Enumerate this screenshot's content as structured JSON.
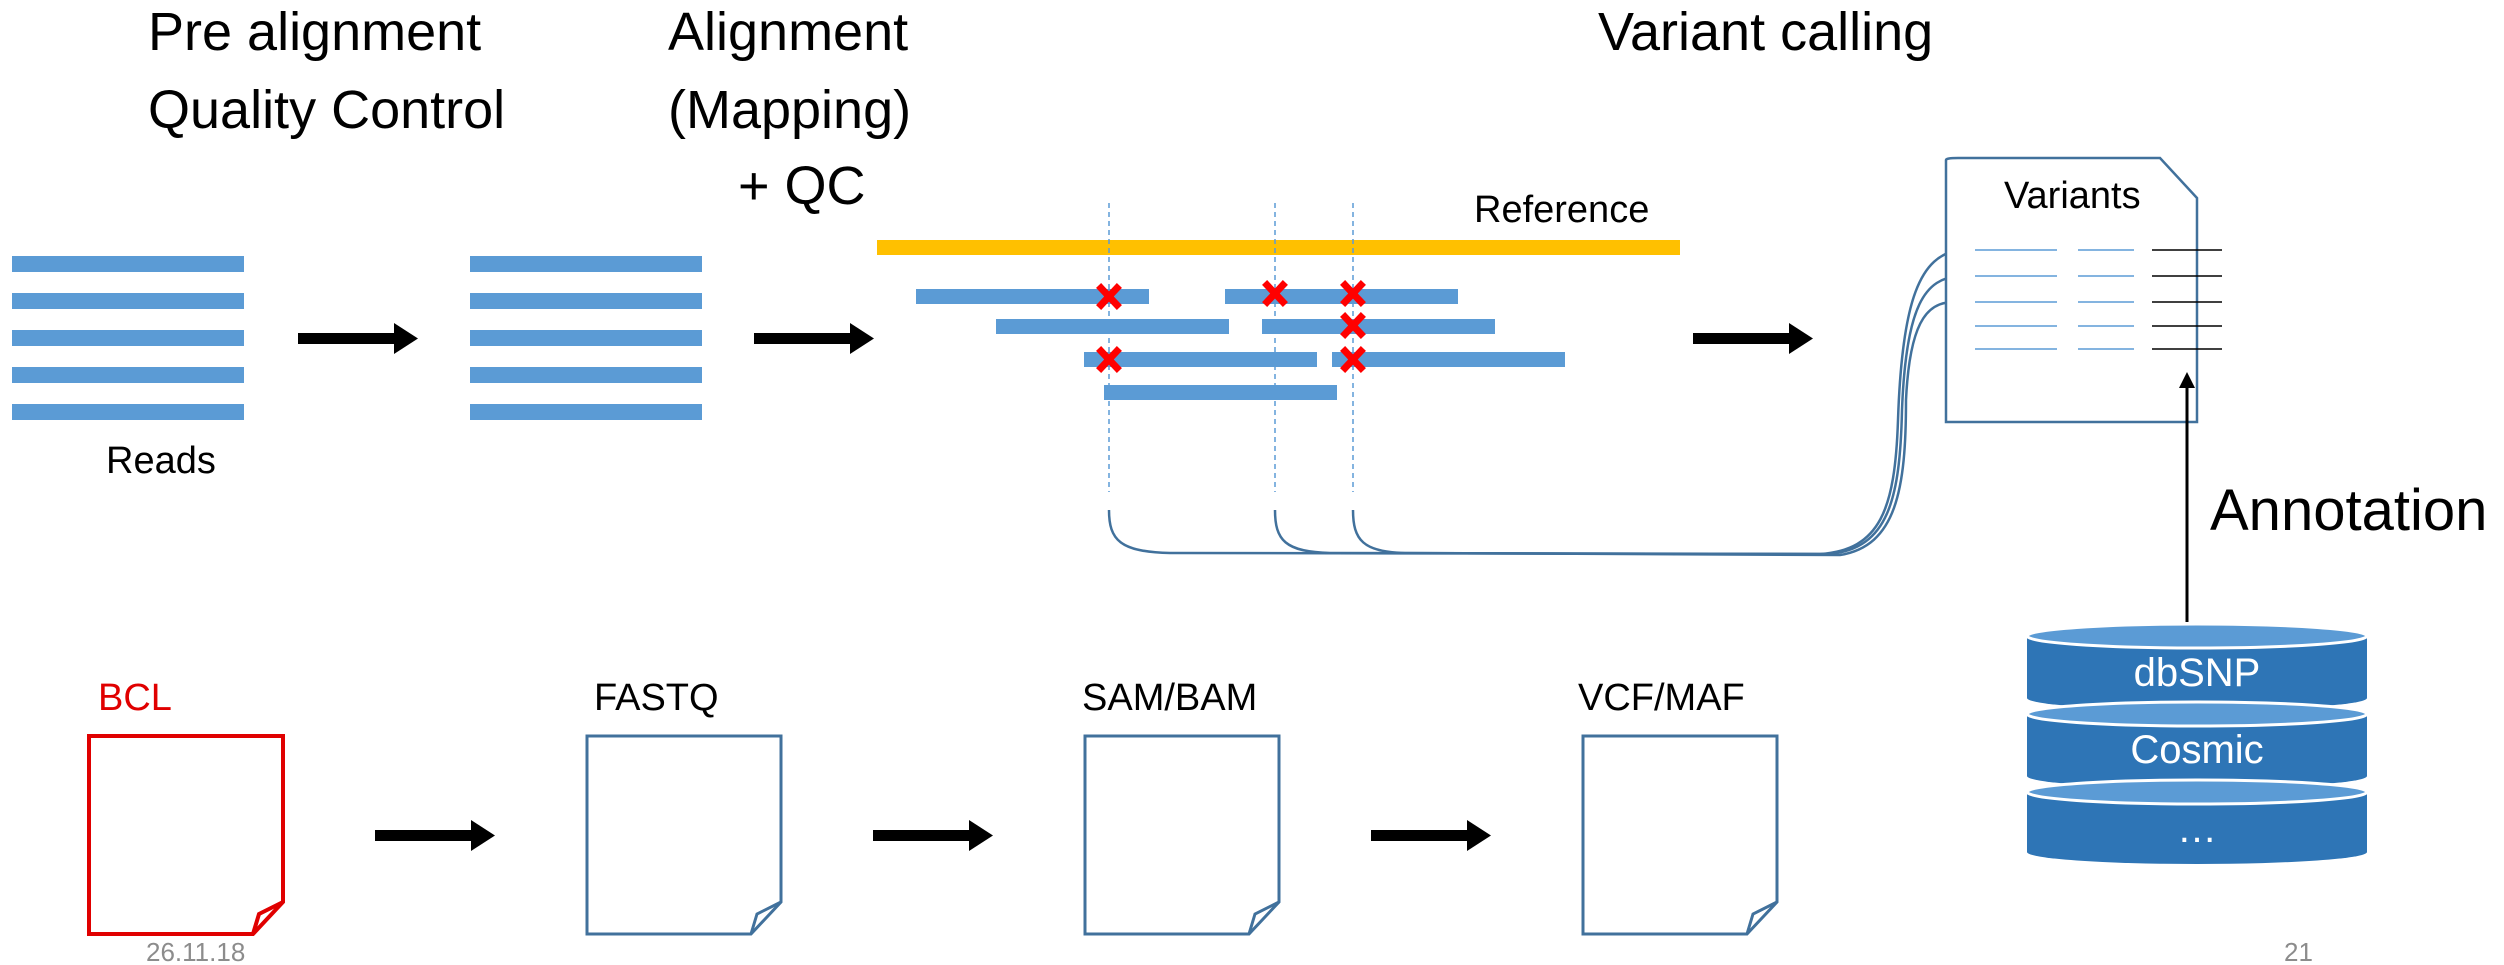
{
  "headings": {
    "pre_alignment_line1": "Pre alignment",
    "pre_alignment_line2": "Quality Control",
    "alignment_line1": "Alignment",
    "alignment_line2": "(Mapping)",
    "alignment_line3": "+ QC",
    "variant_calling": "Variant calling"
  },
  "labels": {
    "reads": "Reads",
    "reference": "Reference",
    "variants": "Variants",
    "annotation": "Annotation"
  },
  "files": [
    {
      "name": "BCL",
      "color": "#e00000"
    },
    {
      "name": "FASTQ",
      "color": "#41719c"
    },
    {
      "name": "SAM/BAM",
      "color": "#41719c"
    },
    {
      "name": "VCF/MAF",
      "color": "#41719c"
    }
  ],
  "databases": [
    "dbSNP",
    "Cosmic",
    "…"
  ],
  "footer": {
    "date": "26.11.18",
    "page_number": "21"
  },
  "colors": {
    "read_bar": "#5b9bd5",
    "reference_bar": "#ffc000",
    "mismatch_mark": "#ff0000",
    "database": "#2e75b6",
    "document_border": "#41719c",
    "arrow": "#000000"
  }
}
